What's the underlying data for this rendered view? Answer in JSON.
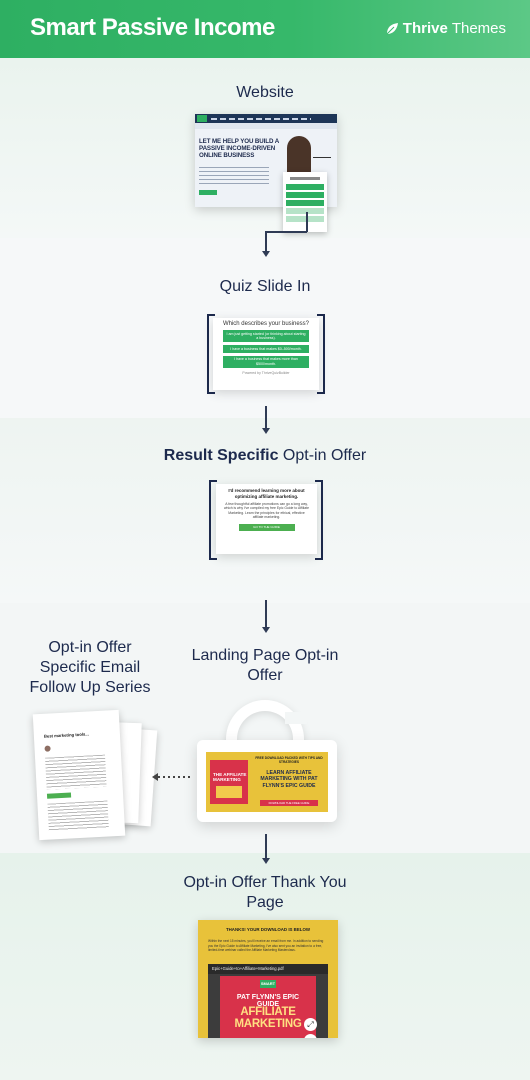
{
  "header": {
    "title": "Smart Passive Income",
    "brand_bold": "Thrive",
    "brand_light": "Themes"
  },
  "steps": {
    "website": "Website",
    "quiz_slide_in": "Quiz Slide In",
    "result_bold": "Result Specific",
    "result_rest": " Opt-in Offer",
    "email_series": "Opt-in Offer Specific Email Follow Up Series",
    "landing_page": "Landing Page Opt-in Offer",
    "thank_you": "Opt-in Offer Thank You Page"
  },
  "website_mock": {
    "headline": "LET ME HELP YOU BUILD A PASSIVE INCOME-DRIVEN ONLINE BUSINESS"
  },
  "quiz_card": {
    "question": "Which describes your business?",
    "options": [
      "I am just getting started (or thinking about starting a business).",
      "I have a business that makes $0–500/month.",
      "I have a business that makes more than $500/month."
    ],
    "powered_by": "Powered by ThriveQuizBuilder"
  },
  "result_card": {
    "title": "I'd recommend learning more about optimizing affiliate marketing.",
    "body": "A few thoughtful affiliate promotions can go a long way, which is why I've compiled my free Epic Guide to Affiliate Marketing. Learn the principles for ethical, effective affiliate marketing.",
    "button": "GO TO THE GUIDE"
  },
  "email_mock": {
    "subject": "Best marketing tools..."
  },
  "landing_mock": {
    "tagline": "FREE DOWNLOAD PACKED WITH TIPS AND STRATEGIES",
    "headline": "LEARN AFFILIATE MARKETING WITH PAT FLYNN'S EPIC GUIDE",
    "button": "DOWNLOAD THE FREE GUIDE",
    "book_title": "THE AFFILIATE MARKETING"
  },
  "thank_you_mock": {
    "title": "THANKS! YOUR DOWNLOAD IS BELOW",
    "body": "Within the next 15 minutes, you'll receive an email from me. In addition to sending you the Epic Guide to Affiliate Marketing, I've also sent you an invitation to a free, limited-time webinar called the Affiliate Marketing Masterclass.",
    "pdf_name": "Epic+Guide+to+Affiliate+Marketing.pdf",
    "cover_logo": "SMART",
    "cover_line1": "PAT FLYNN'S EPIC GUIDE",
    "cover_line2": "AFFILIATE MARKETING"
  },
  "colors": {
    "brand_green": "#2eaf62",
    "navy": "#1d2a4d",
    "accent_yellow": "#e8c23a",
    "accent_red": "#d8324a"
  }
}
